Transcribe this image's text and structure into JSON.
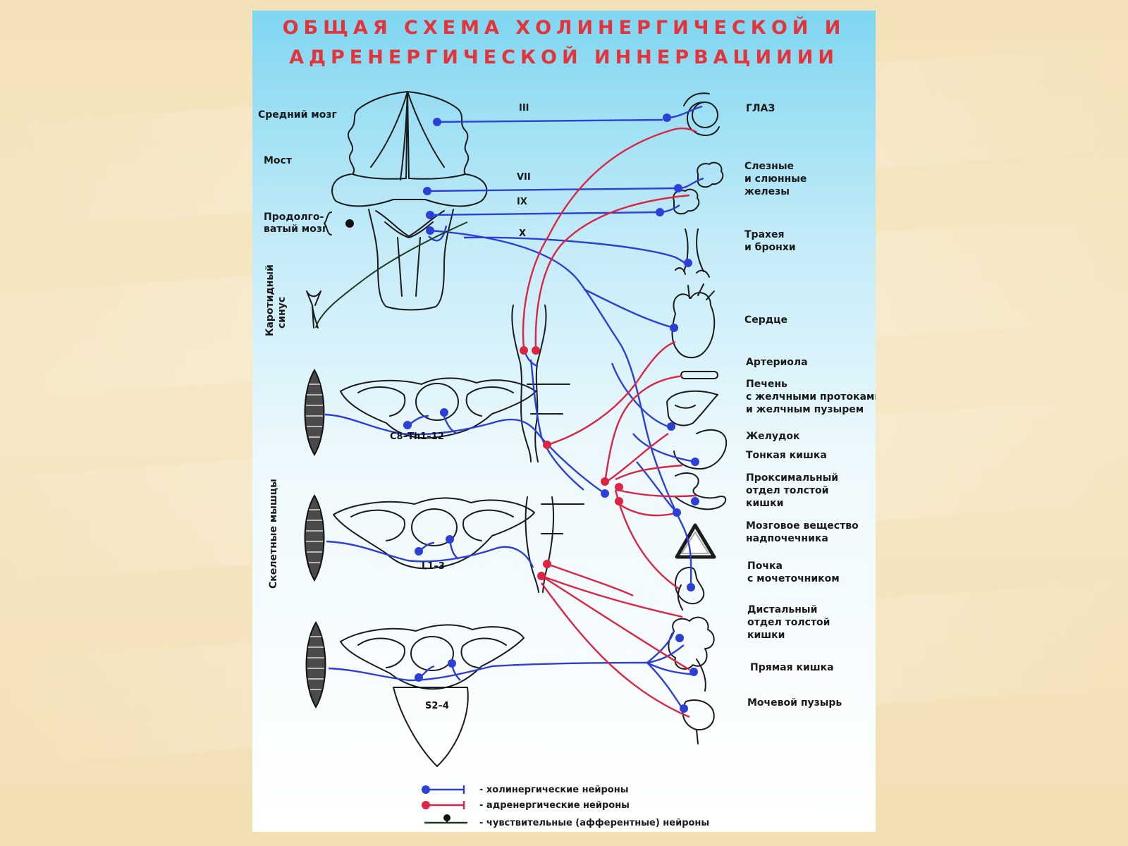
{
  "title": {
    "line1": "ОБЩАЯ СХЕМА ХОЛИНЕРГИЧЕСКОЙ И",
    "line2": "АДРЕНЕРГИЧЕСКОЙ ИННЕРВАЦИИИИ"
  },
  "brain_labels": {
    "midbrain": "Средний мозг",
    "pons": "Мост",
    "medulla_1": "Продолго-",
    "medulla_2": "ватый мозг",
    "carotid_1": "Каротидный",
    "carotid_2": "синус",
    "skeletal": "Скелетные мышцы"
  },
  "nerves": [
    "III",
    "VII",
    "IX",
    "X"
  ],
  "segments": {
    "thoracic": "C8–Th1–12",
    "lumbar": "L1–3",
    "sacral": "S2–4"
  },
  "organs": {
    "eye": "ГЛАЗ",
    "glands": [
      "Слезные",
      "и слюнные",
      "железы"
    ],
    "trachea": [
      "Трахея",
      "и бронхи"
    ],
    "heart": "Сердце",
    "arteriole": "Артериола",
    "liver": [
      "Печень",
      "с желчными протоками",
      "и желчным пузырем"
    ],
    "stomach": "Желудок",
    "small_intestine": "Тонкая кишка",
    "proximal_colon": [
      "Проксимальный",
      "отдел толстой",
      "кишки"
    ],
    "adrenal": [
      "Мозговое вещество",
      "надпочечника"
    ],
    "kidney": [
      "Почка",
      "с мочеточником"
    ],
    "distal_colon": [
      "Дистальный",
      "отдел толстой",
      "кишки"
    ],
    "rectum": "Прямая кишка",
    "bladder": "Мочевой пузырь"
  },
  "legend": {
    "cholinergic": "- холинергические нейроны",
    "adrenergic": "- адренергические нейроны",
    "sensory": "- чувствительные (афферентные) нейроны"
  },
  "colors": {
    "cholinergic": "#2c3fd6",
    "adrenergic": "#dc2443",
    "sensory": "#1f3a1f",
    "title": "#e2343a"
  }
}
